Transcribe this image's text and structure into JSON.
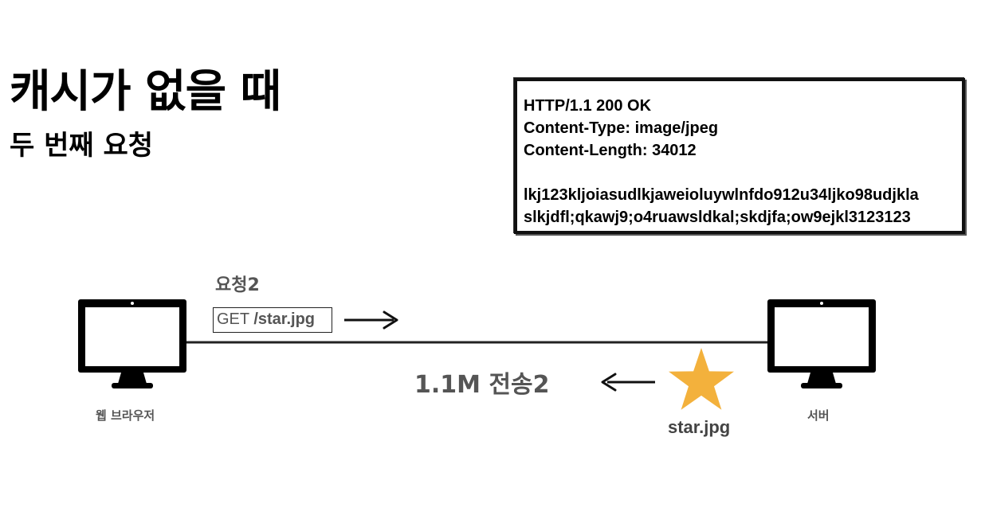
{
  "title": "캐시가 없을 때",
  "subtitle": "두 번째 요청",
  "response": {
    "status_line": "HTTP/1.1 200 OK",
    "content_type": "Content-Type: image/jpeg",
    "content_length": "Content-Length: 34012",
    "body_line_1": "lkj123kljoiasudlkjaweioluywlnfdo912u34ljko98udjkla",
    "body_line_2": "slkjdfl;qkawj9;o4ruawsldkal;skdjfa;ow9ejkl3123123"
  },
  "request": {
    "label": "요청2",
    "method": "GET ",
    "path": "/star.jpg"
  },
  "transfer": {
    "label": "1.1M 전송2",
    "file_label": "star.jpg",
    "star_color": "#F3B13C"
  },
  "client": {
    "label": "웹 브라우저"
  },
  "server": {
    "label": "서버"
  }
}
